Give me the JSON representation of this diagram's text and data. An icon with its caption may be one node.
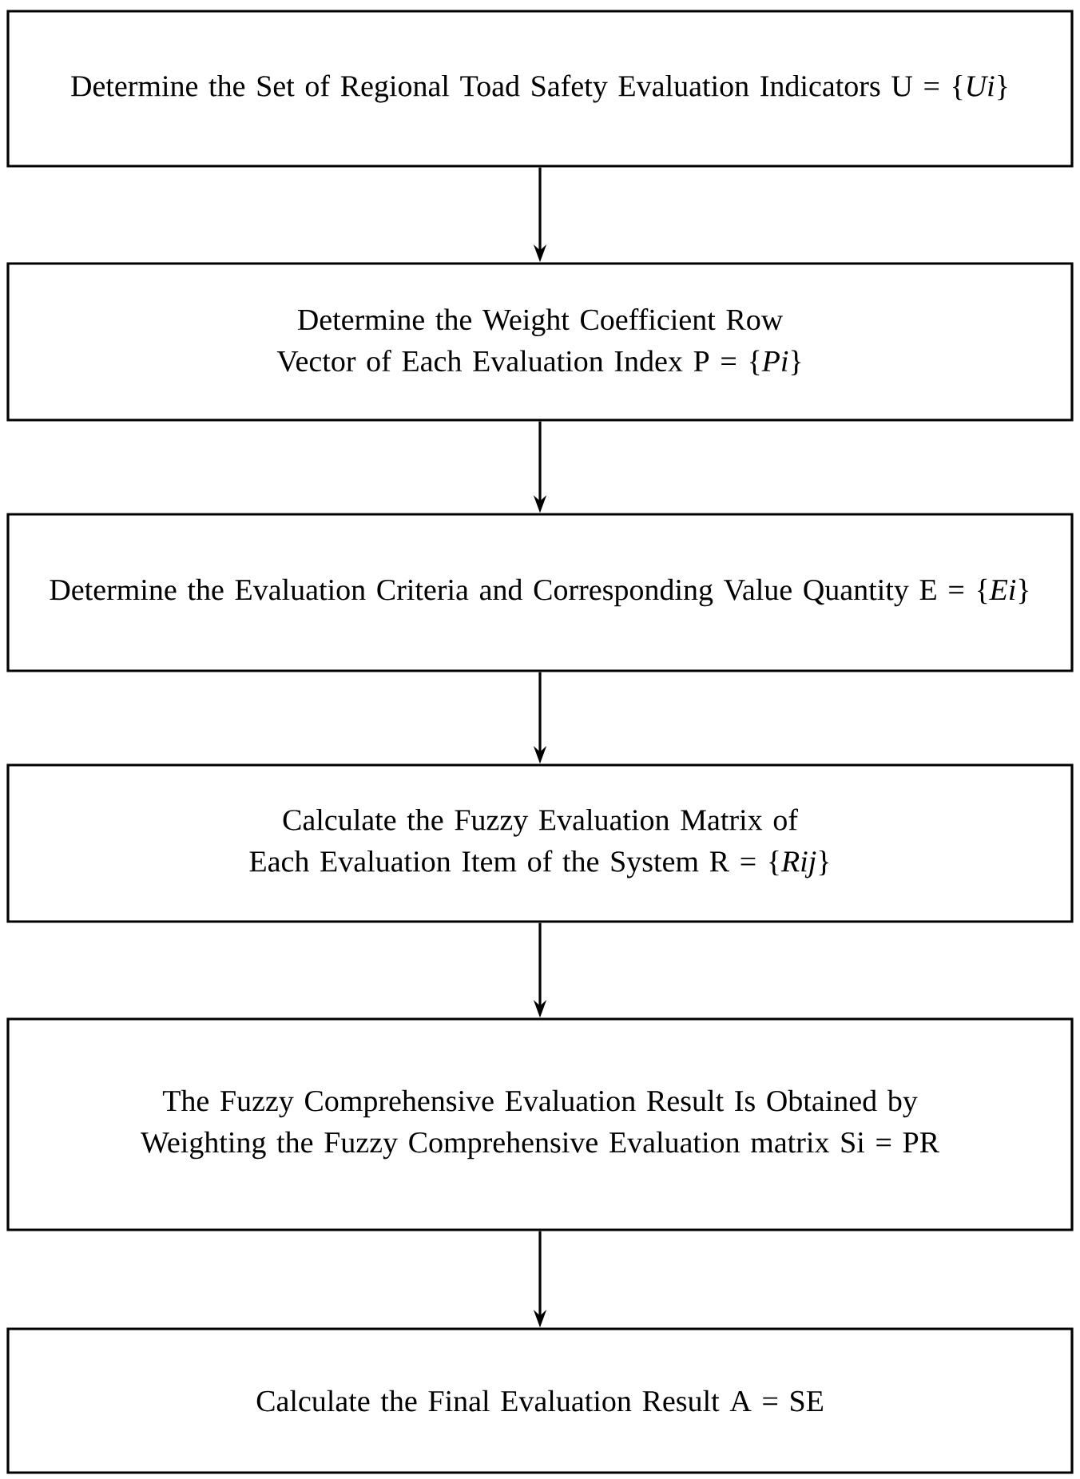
{
  "diagram": {
    "nodes": [
      {
        "text": [
          "Determine the Set of Regional Toad Safety Evaluation Indicators U = {*Ui*}"
        ]
      },
      {
        "text": [
          "Determine the Weight Coefficient Row Vector of Each Evaluation Index P = {*Pi*}"
        ]
      },
      {
        "text": [
          "Determine the Evaluation Criteria and Corresponding Value Quantity E = {*Ei*}"
        ]
      },
      {
        "text": [
          "Calculate the Fuzzy Evaluation Matrix of Each Evaluation Item of the System R = {*Rij*}"
        ]
      },
      {
        "text": [
          "The Fuzzy Comprehensive Evaluation Result Is Obtained by Weighting the Fuzzy Comprehensive Evaluation matrix Si = PR"
        ]
      },
      {
        "text": [
          "Calculate the Final Evaluation Result A = SE"
        ]
      }
    ],
    "edges": [
      {
        "from": 0,
        "to": 1,
        "arrow": "to"
      },
      {
        "from": 1,
        "to": 2,
        "arrow": "to"
      },
      {
        "from": 2,
        "to": 3,
        "arrow": "to"
      },
      {
        "from": 3,
        "to": 4,
        "arrow": "to"
      },
      {
        "from": 4,
        "to": 5,
        "arrow": "to"
      }
    ]
  }
}
